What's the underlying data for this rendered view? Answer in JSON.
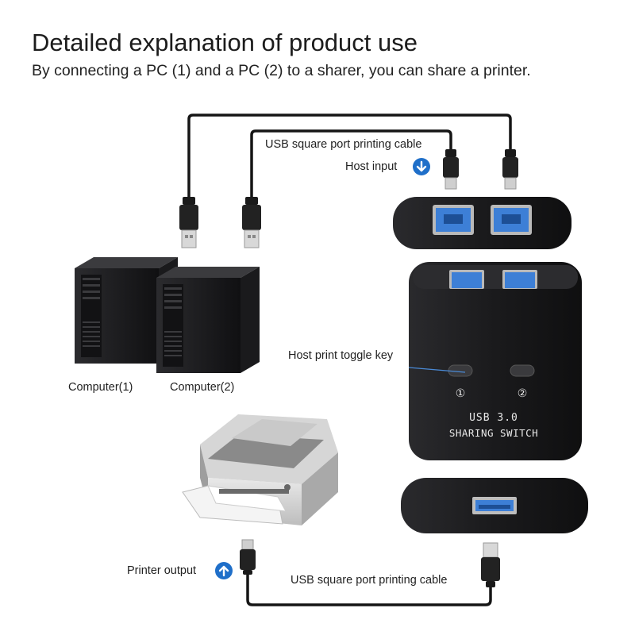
{
  "header": {
    "title": "Detailed explanation of product use",
    "subtitle": "By connecting a PC (1) and a PC (2) to a sharer, you can share a printer."
  },
  "labels": {
    "usb_cable_top": "USB square port printing cable",
    "host_input": "Host input",
    "host_toggle": "Host print toggle key",
    "computer1": "Computer(1)",
    "computer2": "Computer(2)",
    "printer_output": "Printer output",
    "usb_cable_bottom": "USB square port printing cable"
  },
  "device": {
    "line1": "USB 3.0",
    "line2": "SHARING SWITCH",
    "button1": "①",
    "button2": "②"
  },
  "icons": {
    "host_input_arrow": "arrow-down-circle-icon",
    "printer_output_arrow": "arrow-up-circle-icon"
  },
  "colors": {
    "accent_blue": "#1f6fc9",
    "port_blue": "#3d7fd6",
    "device_black": "#1b1b1d"
  }
}
